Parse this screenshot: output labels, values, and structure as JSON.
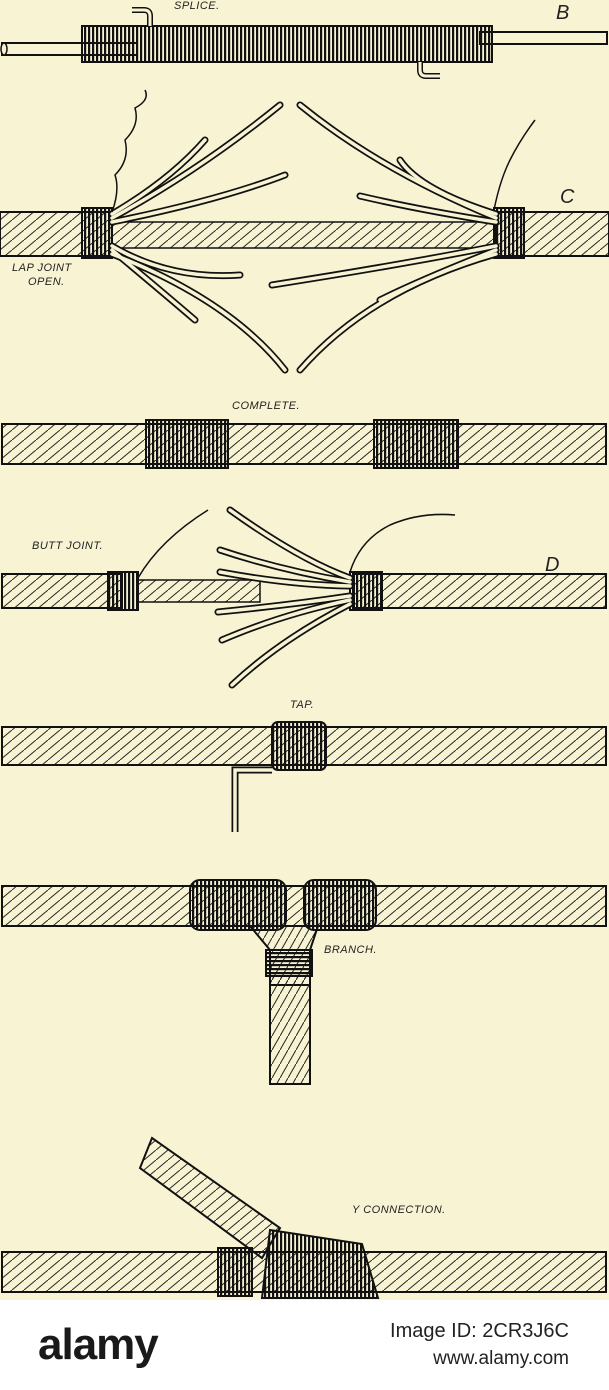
{
  "labels": {
    "splice": "SPLICE.",
    "lap_joint": "LAP JOINT",
    "open": "OPEN.",
    "complete": "COMPLETE.",
    "butt_joint": "BUTT JOINT.",
    "tap": "TAP.",
    "branch": "BRANCH.",
    "y_connection": "Y CONNECTION."
  },
  "letters": {
    "b": "B",
    "c": "C",
    "d": "D"
  },
  "footer": {
    "brand": "alamy",
    "image_id": "Image ID: 2CR3J6C",
    "url": "www.alamy.com"
  },
  "colors": {
    "paper": "#f7f3d3",
    "ink": "#1a1a1a"
  }
}
